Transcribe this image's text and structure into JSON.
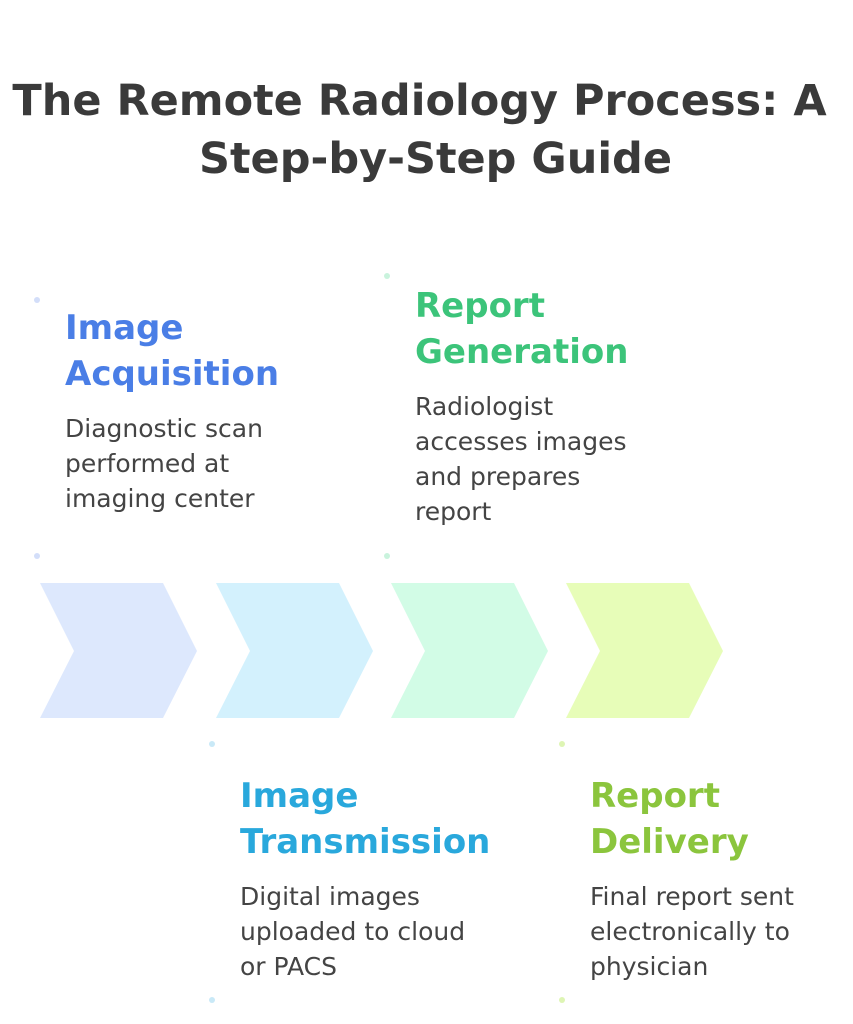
{
  "title": {
    "line1": "The Remote Radiology Process: A",
    "line2": "Step-by-Step Guide"
  },
  "colors": {
    "title": "#3a3a3a",
    "body_text": "#444444"
  },
  "steps": [
    {
      "heading_line1": "Image",
      "heading_line2": "Acquisition",
      "description": "Diagnostic scan\nperformed at\nimaging center",
      "heading_color": "#4a7ee6",
      "chevron_color": "#dde8fd",
      "dot_color": "#d3def9"
    },
    {
      "heading_line1": "Report",
      "heading_line2": "Generation",
      "description": "Radiologist\naccesses images\nand prepares\nreport",
      "heading_color": "#3cc47a",
      "chevron_color": "#d2fce6",
      "dot_color": "#c9f3dd"
    },
    {
      "heading_line1": "Image",
      "heading_line2": "Transmission",
      "description": "Digital images\nuploaded to cloud\nor PACS",
      "heading_color": "#29a8dc",
      "chevron_color": "#d3f1fd",
      "dot_color": "#c9e9f7"
    },
    {
      "heading_line1": "Report",
      "heading_line2": "Delivery",
      "description": "Final report sent\nelectronically to\nphysician",
      "heading_color": "#8bc53d",
      "chevron_color": "#e7fdb8",
      "dot_color": "#def5b4"
    }
  ]
}
